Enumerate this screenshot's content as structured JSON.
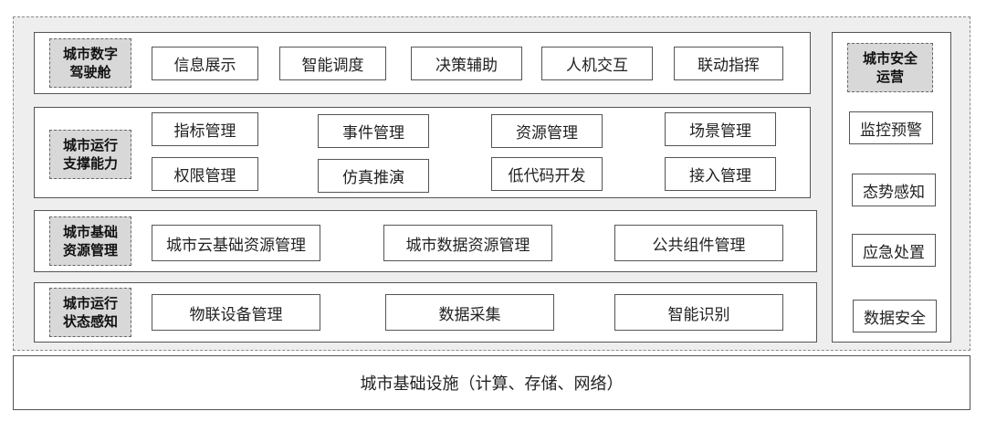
{
  "layers": {
    "cockpit": {
      "tag": "城市数字\n驾驶舱",
      "items": [
        "信息展示",
        "智能调度",
        "决策辅助",
        "人机交互",
        "联动指挥"
      ]
    },
    "support": {
      "tag": "城市运行\n支撑能力",
      "items": [
        "指标管理",
        "事件管理",
        "资源管理",
        "场景管理",
        "权限管理",
        "仿真推演",
        "低代码开发",
        "接入管理"
      ]
    },
    "resource": {
      "tag": "城市基础\n资源管理",
      "items": [
        "城市云基础资源管理",
        "城市数据资源管理",
        "公共组件管理"
      ]
    },
    "sensing": {
      "tag": "城市运行\n状态感知",
      "items": [
        "物联设备管理",
        "数据采集",
        "智能识别"
      ]
    }
  },
  "security": {
    "tag": "城市安全\n运营",
    "items": [
      "监控预警",
      "态势感知",
      "应急处置",
      "数据安全"
    ]
  },
  "infrastructure": {
    "label": "城市基础设施（计算、存储、网络）"
  }
}
